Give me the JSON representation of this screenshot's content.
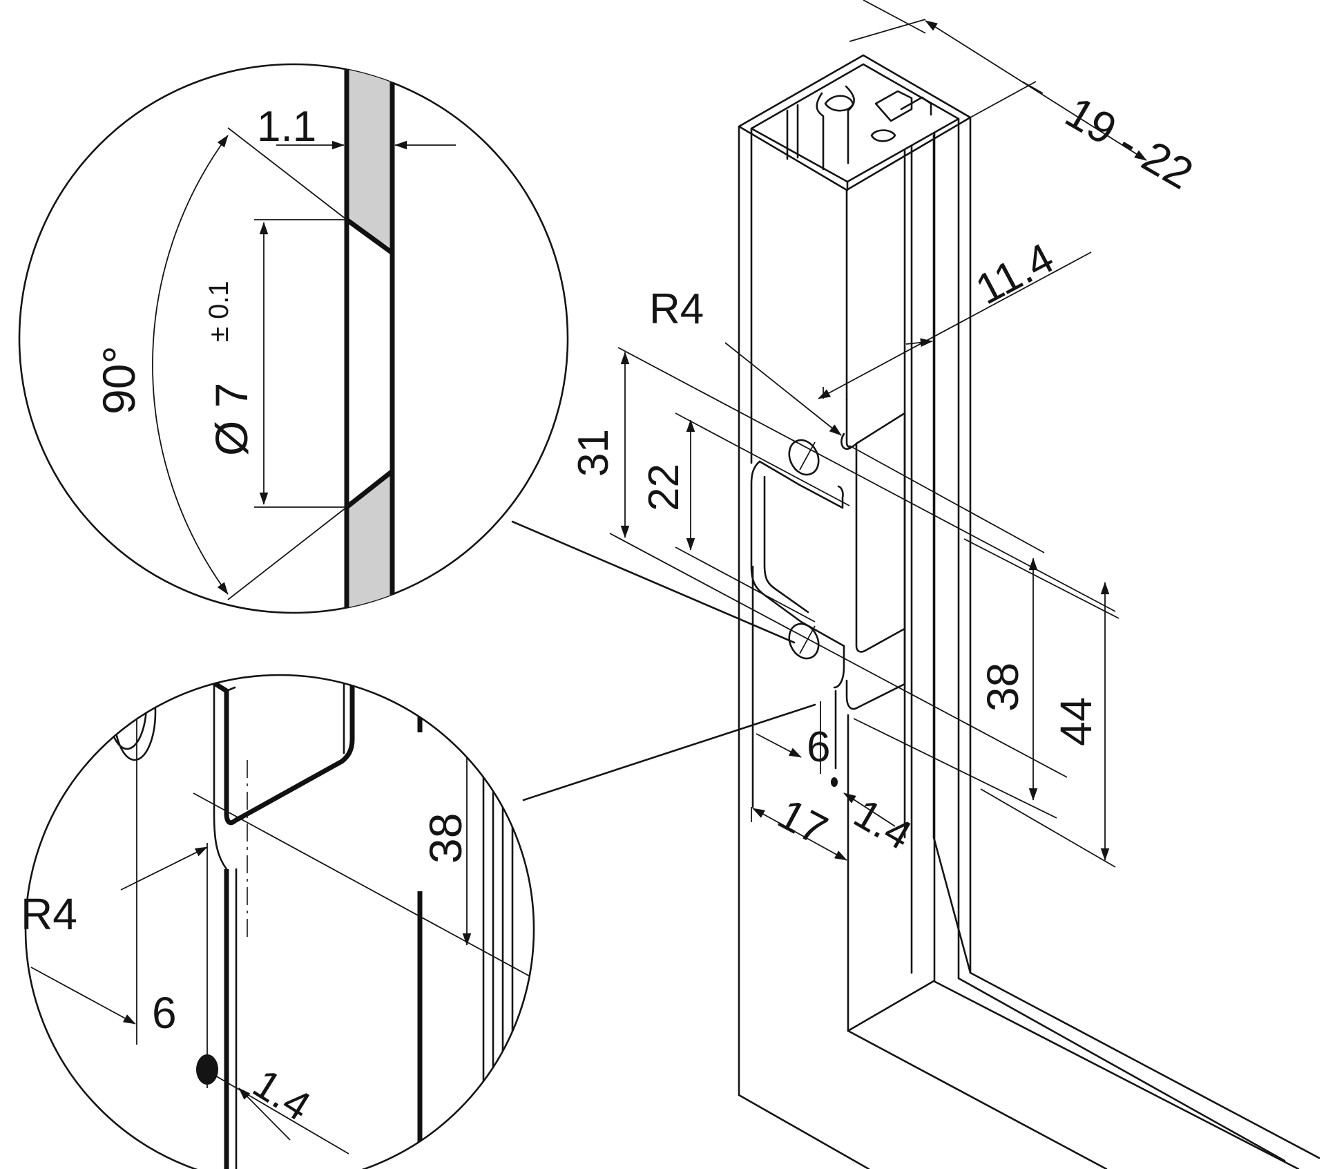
{
  "colors": {
    "ink": "#141414",
    "section_fill": "#cfcfcf",
    "background": "#ffffff"
  },
  "detail_top": {
    "dim_thickness": "1.1",
    "dim_angle": "90°",
    "dim_hole_diameter": "Ø 7",
    "dim_hole_tolerance": "± 0.1"
  },
  "detail_bottom": {
    "dim_radius": "R4",
    "dim_offset": "6",
    "dim_wall": "1.4",
    "dim_height": "38"
  },
  "main_view": {
    "dim_profile_depth": "19 - 22",
    "dim_depth": "11.4",
    "dim_radius": "R4",
    "dim_hole_pitch": "31",
    "dim_slot_height": "22",
    "dim_cutout_height": "38",
    "dim_overall_height": "44",
    "dim_offset": "6",
    "dim_wall": "1.4",
    "dim_width": "17"
  }
}
